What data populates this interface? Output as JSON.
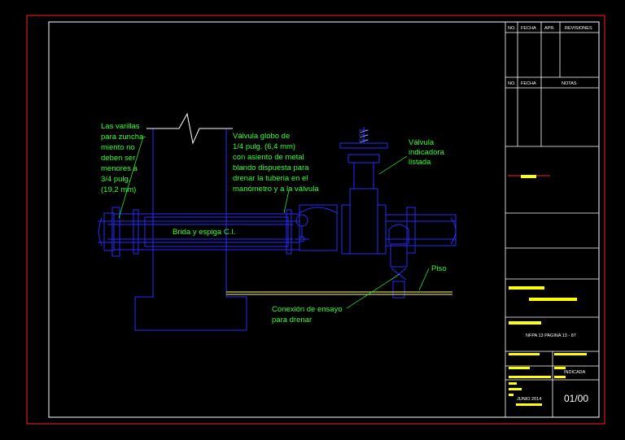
{
  "drawing": {
    "labels": {
      "rods": [
        "Las varillas",
        "para zuncha-",
        "miento no",
        "deben ser",
        "menores a",
        "3/4 pulg.",
        "(19,2 mm)"
      ],
      "globe_valve": [
        "Válvula globo de",
        "1/4 pulg. (6,4 mm)",
        "con asiento de metal",
        "blando dispuesta para",
        "drenar la tuberia en el",
        "manómetro y a la válvula"
      ],
      "indicator_valve": [
        "Válvula",
        "indicadora",
        "listada"
      ],
      "flange": "Brida y espiga C.I.",
      "floor": "Piso",
      "test_connection": [
        "Conexión de ensayo",
        "para drenar"
      ]
    }
  },
  "title_block": {
    "revisions_header": {
      "no": "NO.",
      "date": "FECHA",
      "appr": "APR.",
      "revisions": "REVISIONES"
    },
    "notes_header": {
      "no": "NO.",
      "date": "FECHA",
      "notes": "NOTAS"
    },
    "project_code": "NFPA 13 PAGINA 13 - 87",
    "scale": "INDICADA",
    "date": "JUNIO 2014",
    "sheet_number": "01/00"
  },
  "colors": {
    "border": "#ff2020",
    "frame": "#ffffff",
    "drawing": "#2a2aff",
    "labels": "#33ff33",
    "highlight": "#ffff00",
    "floor_line": "#ffff66"
  }
}
